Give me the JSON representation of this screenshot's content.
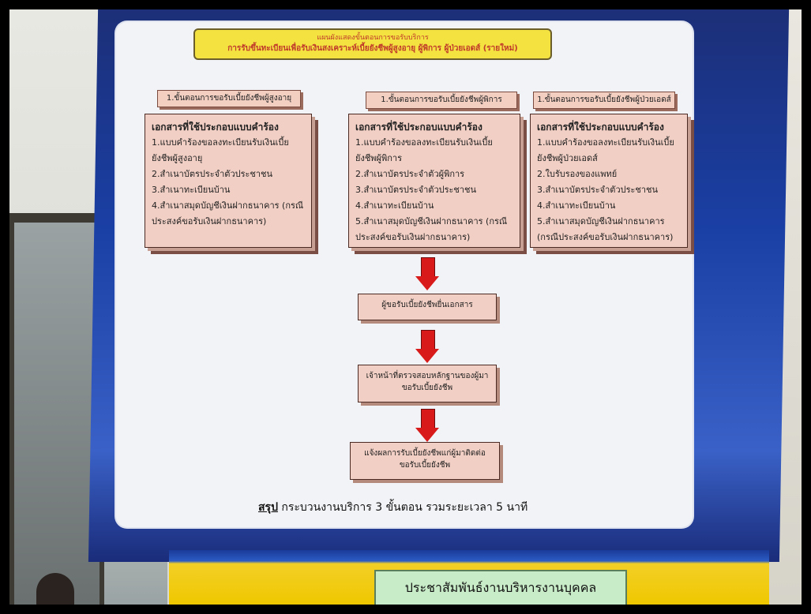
{
  "poster": {
    "title_small": "แผนผังแสดงขั้นตอนการขอรับบริการ",
    "title_main": "การรับขึ้นทะเบียนเพื่อรับเงินสงเคราะห์เบี้ยยังชีพผู้สูงอายุ ผู้พิการ ผู้ป่วยเอดส์ (รายใหม่)",
    "columns": [
      {
        "header": "1.ขั้นตอนการขอรับเบี้ยยังชีพผู้สูงอายุ",
        "heading": "เอกสารที่ใช้ประกอบแบบคำร้อง",
        "items": [
          "1.แบบคำร้องขอลงทะเบียนรับเงินเบี้ยยังชีพผู้สูงอายุ",
          "2.สำเนาบัตรประจำตัวประชาชน",
          "3.สำเนาทะเบียนบ้าน",
          "4.สำเนาสมุดบัญชีเงินฝากธนาคาร (กรณีประสงค์ขอรับเงินฝากธนาคาร)"
        ]
      },
      {
        "header": "1.ขั้นตอนการขอรับเบี้ยยังชีพผู้พิการ",
        "heading": "เอกสารที่ใช้ประกอบแบบคำร้อง",
        "items": [
          "1.แบบคำร้องขอลงทะเบียนรับเงินเบี้ยยังชีพผู้พิการ",
          "2.สำเนาบัตรประจำตัวผู้พิการ",
          "3.สำเนาบัตรประจำตัวประชาชน",
          "4.สำเนาทะเบียนบ้าน",
          "5.สำเนาสมุดบัญชีเงินฝากธนาคาร (กรณีประสงค์ขอรับเงินฝากธนาคาร)"
        ]
      },
      {
        "header": "1.ขั้นตอนการขอรับเบี้ยยังชีพผู้ป่วยเอดส์",
        "heading": "เอกสารที่ใช้ประกอบแบบคำร้อง",
        "items": [
          "1.แบบคำร้องขอลงทะเบียนรับเงินเบี้ยยังชีพผู้ป่วยเอดส์",
          "2.ใบรับรองของแพทย์",
          "3.สำเนาบัตรประจำตัวประชาชน",
          "4.สำเนาทะเบียนบ้าน",
          "5.สำเนาสมุดบัญชีเงินฝากธนาคาร (กรณีประสงค์ขอรับเงินฝากธนาคาร)"
        ]
      }
    ],
    "steps": [
      "ผู้ขอรับเบี้ยยังชีพยื่นเอกสาร",
      "เจ้าหน้าที่ตรวจสอบหลักฐานของผู้มาขอรับเบี้ยยังชีพ",
      "แจ้งผลการรับเบี้ยยังชีพแก่ผู้มาติดต่อขอรับเบี้ยยังชีพ"
    ],
    "summary_label": "สรุป",
    "summary_text": "กระบวนงานบริการ 3 ขั้นตอน รวมระยะเวลา 5 นาที"
  },
  "sign": {
    "text": "ประชาสัมพันธ์งานบริหารงานบุคคล"
  }
}
